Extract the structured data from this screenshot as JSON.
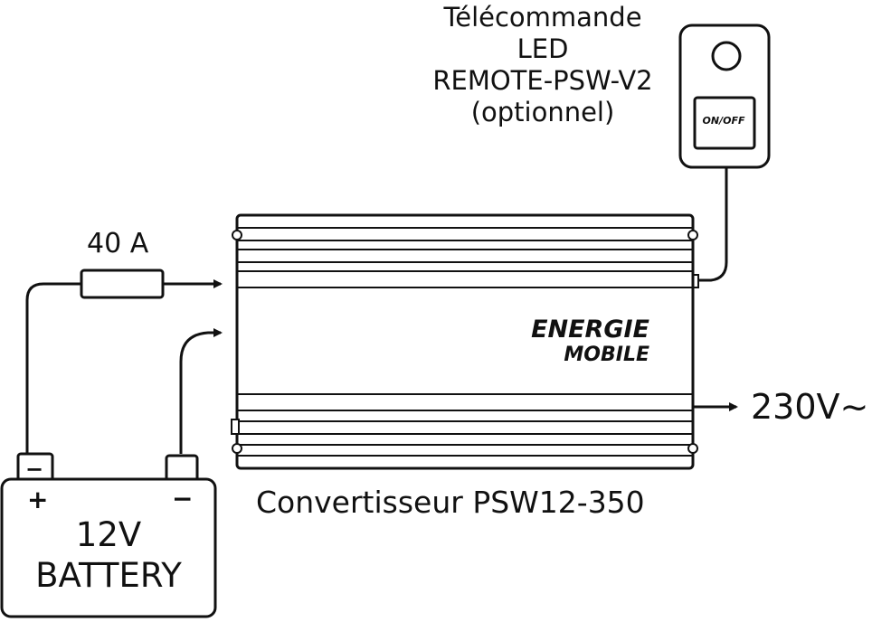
{
  "remote": {
    "line1": "Télécommande",
    "line2": "LED",
    "line3": "REMOTE-PSW-V2",
    "line4": "(optionnel)",
    "button_label": "ON/OFF"
  },
  "fuse": {
    "label": "40 A"
  },
  "converter": {
    "brand_line1": "ENERGIE",
    "brand_line2": "MOBILE",
    "label": "Convertisseur PSW12-350"
  },
  "output": {
    "label": "230V~"
  },
  "battery": {
    "voltage": "12V",
    "name": "BATTERY",
    "terminal_neg_mark": "−",
    "plus_mark": "+",
    "minus_mark": "−"
  }
}
